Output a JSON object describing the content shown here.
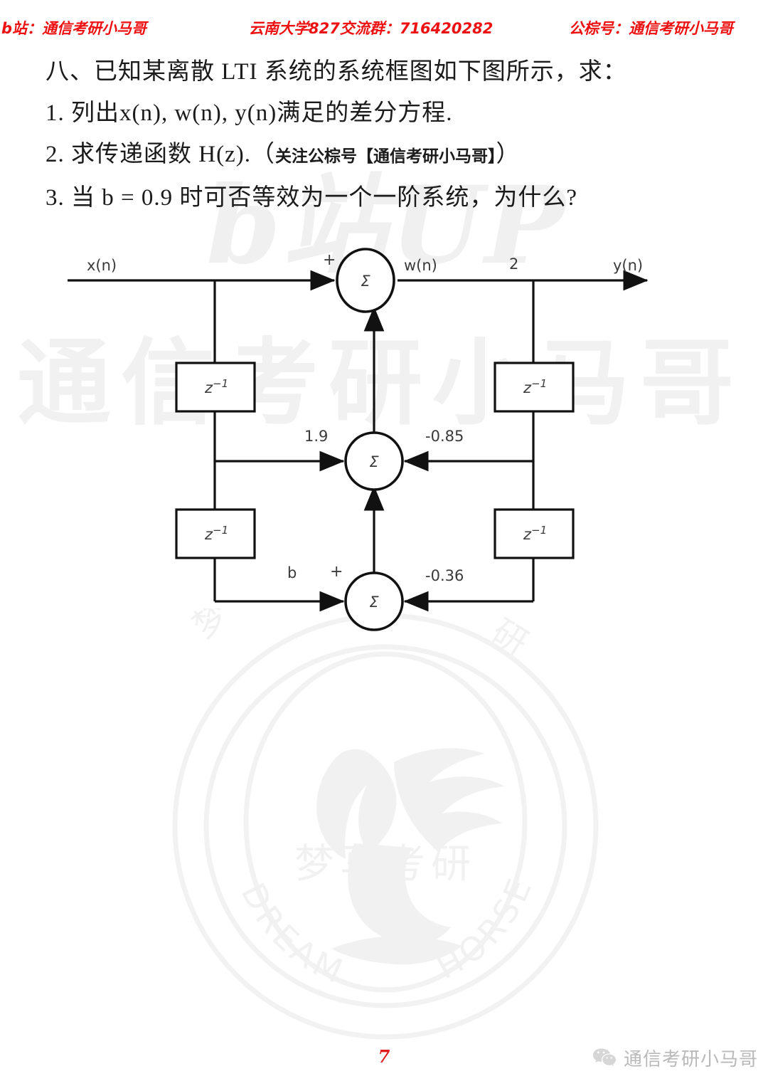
{
  "header": {
    "left": "b站：通信考研小马哥",
    "middle": "云南大学827交流群：716420282",
    "right": "公棕号：通信考研小马哥"
  },
  "question": {
    "stem": "八、已知某离散 LTI 系统的系统框图如下图所示，求：",
    "item1": "1. 列出x(n), w(n), y(n)满足的差分方程.",
    "item2_main": "2. 求传递函数 H(z).（",
    "item2_note": "关注公棕号【通信考研小马哥】",
    "item2_tail": "）",
    "item3": "3. 当 b = 0.9 时可否等效为一个一阶系统，为什么?"
  },
  "diagram": {
    "input_label": "x(n)",
    "intermediate_label": "w(n)",
    "output_label": "y(n)",
    "output_gain": "2",
    "top_sum_sign": "+",
    "bottom_sum_sign": "+",
    "sum_symbol": "Σ",
    "delay_label": "z⁻¹",
    "delay_z": "z",
    "delay_exp": "−1",
    "coef_forward_mid": "1.9",
    "coef_feedback_mid": "-0.85",
    "coef_forward_bottom": "b",
    "coef_feedback_bottom": "-0.36",
    "blocks": [
      {
        "name": "delay-top-left",
        "label": "z⁻¹"
      },
      {
        "name": "delay-top-right",
        "label": "z⁻¹"
      },
      {
        "name": "delay-bottom-left",
        "label": "z⁻¹"
      },
      {
        "name": "delay-bottom-right",
        "label": "z⁻¹"
      }
    ]
  },
  "watermark": {
    "bup": "b站UP",
    "big_text": "通信考研小马哥",
    "seal_cn": "梦马考研",
    "seal_en_top": "DREAM",
    "seal_en_bottom": "HORSE",
    "seal_side_left": "梦",
    "seal_side_right": "研"
  },
  "footer": {
    "page_number": "7",
    "wechat_name": "通信考研小马哥",
    "wechat_icon": "wechat-icon"
  },
  "colors": {
    "header_red": "#ee1111",
    "page_red": "#e01b1b",
    "ink": "#1b1b1b",
    "diagram_line": "#111111",
    "watermark_gray": "#f1f1f1",
    "footer_gray": "#b9b9b9"
  }
}
